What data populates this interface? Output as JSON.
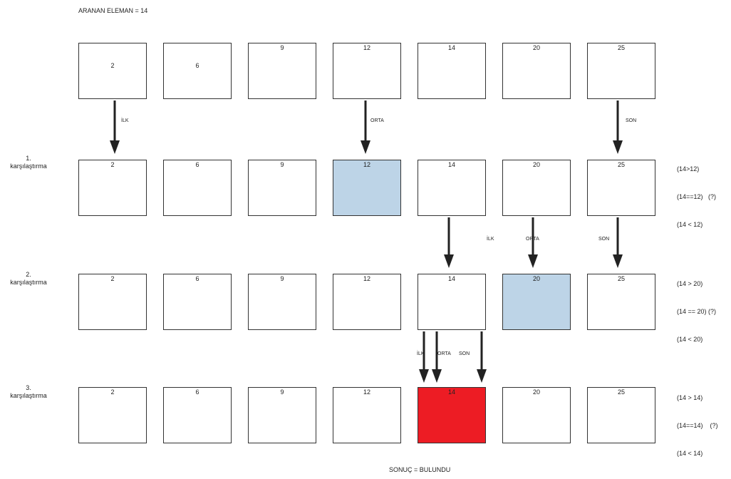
{
  "title": "ARANAN ELEMAN = 14",
  "result": "SONUÇ = BULUNDU",
  "array": [
    2,
    6,
    9,
    12,
    14,
    20,
    25
  ],
  "rows": [
    {
      "label_line1": "",
      "label_line2": ""
    },
    {
      "label_line1": "1.",
      "label_line2": "karşılaştırma",
      "highlight_index": 3,
      "highlight_color": "#bdd4e7",
      "comparisons": [
        "(14>12)",
        "(14==12)   (?)",
        "(14 < 12)"
      ]
    },
    {
      "label_line1": "2.",
      "label_line2": "karşılaştırma",
      "highlight_index": 5,
      "highlight_color": "#bdd4e7",
      "comparisons": [
        "(14 > 20)",
        "(14 == 20) (?)",
        "(14 < 20)"
      ]
    },
    {
      "label_line1": "3.",
      "label_line2": "karşılaştırma",
      "highlight_index": 4,
      "highlight_color": "#ed1c24",
      "comparisons": [
        "(14 > 14)",
        "(14==14)    (?)",
        "(14 < 14)"
      ]
    }
  ],
  "pointers": {
    "ilk": "İLK",
    "orta": "ORTA",
    "son": "SON"
  }
}
